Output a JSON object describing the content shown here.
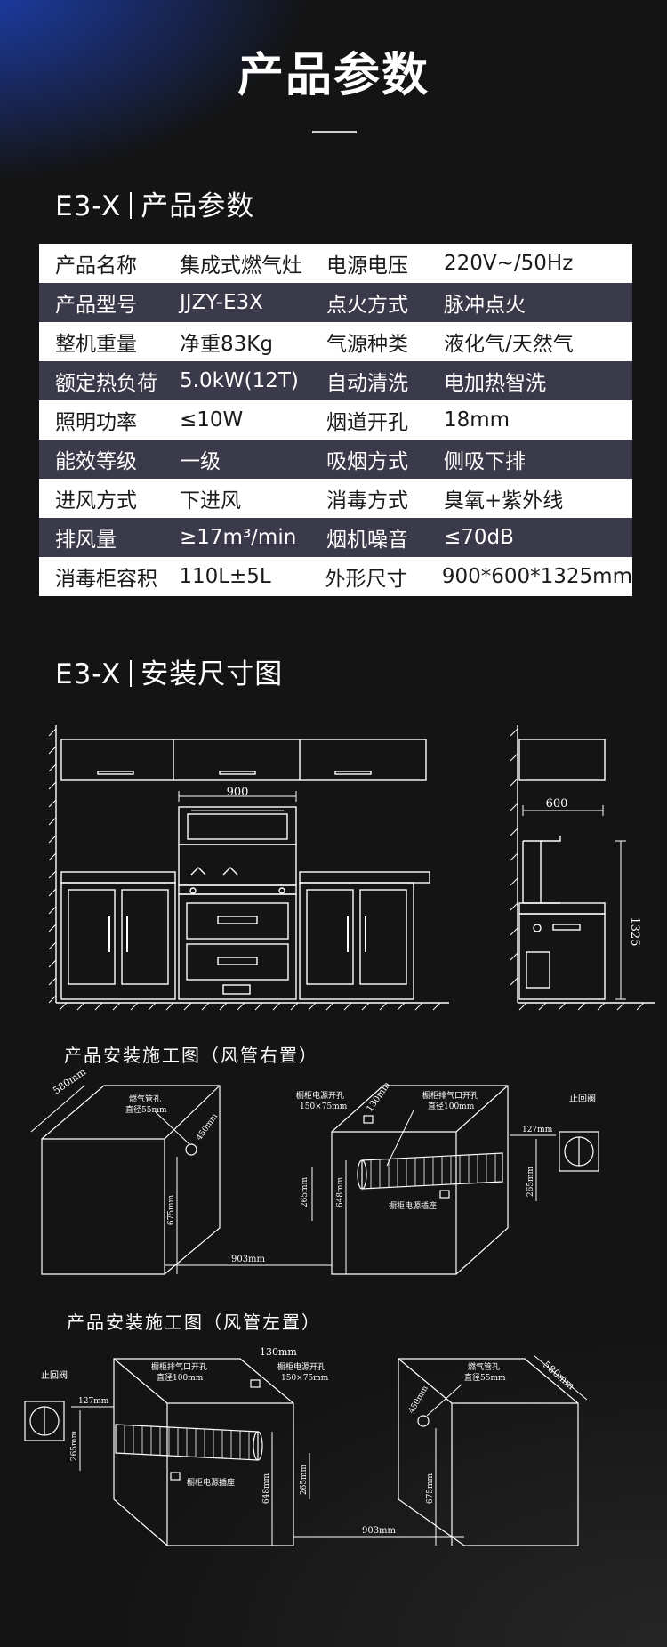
{
  "page": {
    "title": "产品参数"
  },
  "section_params": {
    "model": "E3-X",
    "label": "产品参数"
  },
  "specs": [
    {
      "k1": "产品名称",
      "v1": "集成式燃气灶",
      "k2": "电源电压",
      "v2": "220V~/50Hz"
    },
    {
      "k1": "产品型号",
      "v1": "JJZY-E3X",
      "k2": "点火方式",
      "v2": "脉冲点火"
    },
    {
      "k1": "整机重量",
      "v1": "净重83Kg",
      "k2": "气源种类",
      "v2": "液化气/天然气"
    },
    {
      "k1": "额定热负荷",
      "v1": "5.0kW(12T)",
      "k2": "自动清洗",
      "v2": "电加热智洗"
    },
    {
      "k1": "照明功率",
      "v1": "≤10W",
      "k2": "烟道开孔",
      "v2": "18mm"
    },
    {
      "k1": "能效等级",
      "v1": "一级",
      "k2": "吸烟方式",
      "v2": "侧吸下排"
    },
    {
      "k1": "进风方式",
      "v1": "下进风",
      "k2": "消毒方式",
      "v2": "臭氧+紫外线"
    },
    {
      "k1": "排风量",
      "v1": "≥17m³/min",
      "k2": "烟机噪音",
      "v2": "≤70dB"
    },
    {
      "k1": "消毒柜容积",
      "v1": "110L±5L",
      "k2": "外形尺寸",
      "v2": "900*600*1325mm"
    }
  ],
  "section_install": {
    "model": "E3-X",
    "label": "安装尺寸图"
  },
  "front_view": {
    "width_label": "900"
  },
  "side_view": {
    "depth_label": "600",
    "height_label": "1325"
  },
  "right_duct": {
    "title": "产品安装施工图（风管右置）",
    "d580": "580mm",
    "gas_hole": "燃气管孔",
    "gas_dia": "直径55mm",
    "d450": "450mm",
    "d675": "675mm",
    "d903": "903mm",
    "power_hole": "橱柜电源开孔",
    "power_size": "150×75mm",
    "d130": "130mm",
    "exhaust_hole": "橱柜排气口开孔",
    "exhaust_dia": "直径100mm",
    "check_valve": "止回阀",
    "d127": "127mm",
    "d265a": "265mm",
    "d648": "648mm",
    "socket": "橱柜电源插座",
    "d265b": "265mm"
  },
  "left_duct": {
    "title": "产品安装施工图（风管左置）",
    "check_valve": "止回阀",
    "d127": "127mm",
    "d265a": "265mm",
    "d130": "130mm",
    "exhaust_hole": "橱柜排气口开孔",
    "exhaust_dia": "直径100mm",
    "power_hole": "橱柜电源开孔",
    "power_size": "150×75mm",
    "socket": "橱柜电源插座",
    "d648": "648mm",
    "d265b": "265mm",
    "gas_hole": "燃气管孔",
    "gas_dia": "直径55mm",
    "d450": "450mm",
    "d580": "580mm",
    "d675": "675mm",
    "d903": "903mm"
  },
  "colors": {
    "background": "#141414",
    "accent_blue": "#1d3fb0",
    "row_dark": "#3a3a4a",
    "row_light": "#ffffff"
  }
}
